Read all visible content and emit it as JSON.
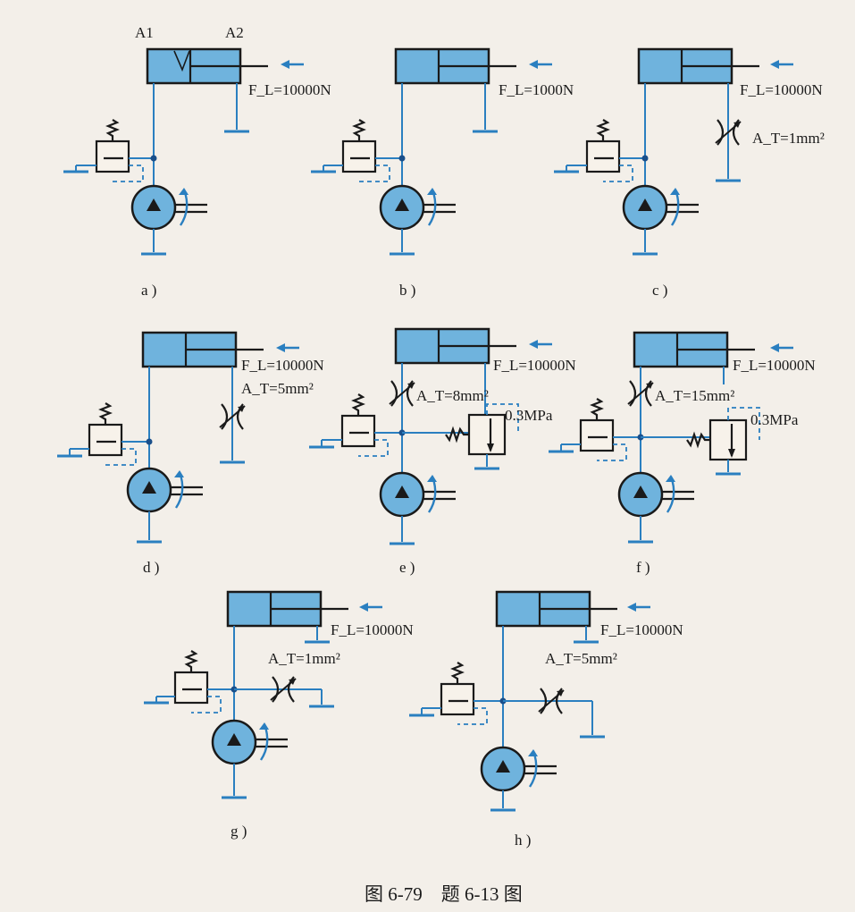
{
  "figure": {
    "caption": "图 6-79　题 6-13 图",
    "panels": [
      {
        "id": "a",
        "label": "a )",
        "load": "F_L=10000N",
        "area_label_1": "A1",
        "area_label_2": "A2"
      },
      {
        "id": "b",
        "label": "b )",
        "load": "F_L=1000N"
      },
      {
        "id": "c",
        "label": "c )",
        "load": "F_L=10000N",
        "throttle": "A_T=1mm²"
      },
      {
        "id": "d",
        "label": "d )",
        "load": "F_L=10000N",
        "throttle": "A_T=5mm²"
      },
      {
        "id": "e",
        "label": "e )",
        "load": "F_L=10000N",
        "throttle": "A_T=8mm²",
        "valve_pressure": "0.3MPa"
      },
      {
        "id": "f",
        "label": "f )",
        "load": "F_L=10000N",
        "throttle": "A_T=15mm²",
        "valve_pressure": "0.3MPa"
      },
      {
        "id": "g",
        "label": "g )",
        "load": "F_L=10000N",
        "throttle": "A_T=1mm²"
      },
      {
        "id": "h",
        "label": "h )",
        "load": "F_L=10000N",
        "throttle": "A_T=5mm²"
      }
    ]
  },
  "colors": {
    "fluid": "#6fb3dd",
    "line": "#2a7fc0",
    "ink": "#1a1a1a",
    "paper": "#f3efe9"
  }
}
